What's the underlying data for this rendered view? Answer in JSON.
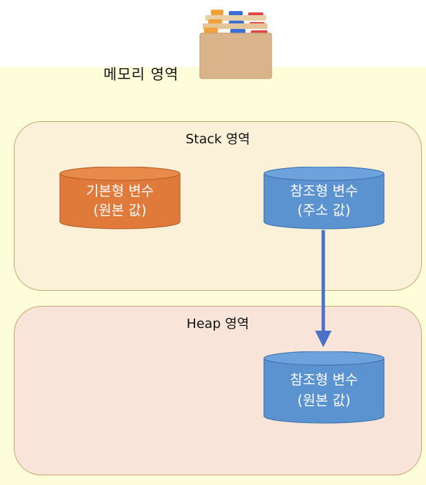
{
  "memory": {
    "label": "메모리 영역"
  },
  "stack": {
    "label": "Stack 영역",
    "primitive": {
      "line1": "기본형 변수",
      "line2": "(원본 값)",
      "color": "#e07a3a"
    },
    "reference": {
      "line1": "참조형 변수",
      "line2": "(주소 값)",
      "color": "#5b93d1"
    }
  },
  "heap": {
    "label": "Heap 영역",
    "reference": {
      "line1": "참조형 변수",
      "line2": "(원본 값)",
      "color": "#5b93d1"
    }
  },
  "colors": {
    "arrow": "#4a72c8",
    "memory_bg": "#fefdd9",
    "stack_bg": "#fbf0d8",
    "heap_bg": "#f8e4d8"
  },
  "icons": {
    "file_cabinet": "file-cabinet-icon"
  }
}
